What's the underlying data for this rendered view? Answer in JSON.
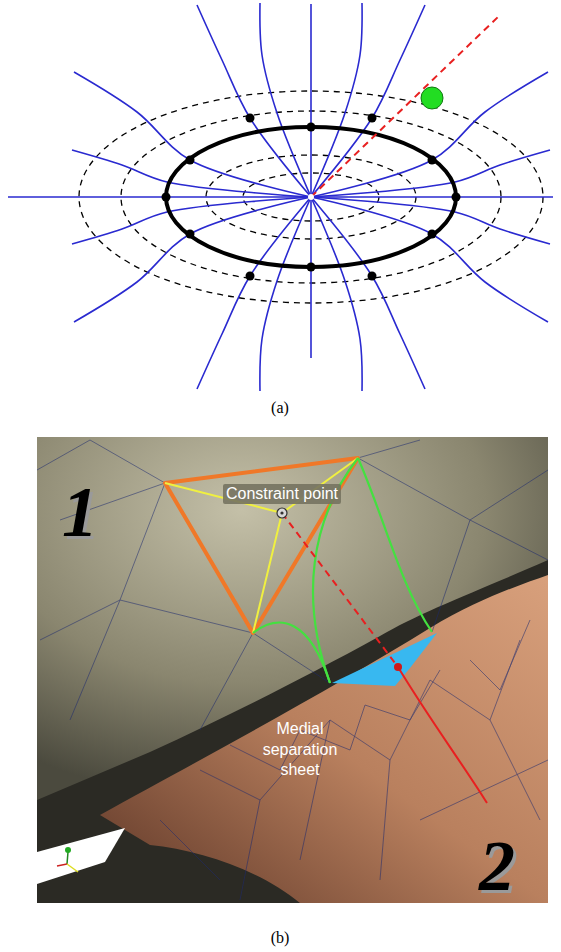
{
  "diagram": {
    "labels": [
      "(a)",
      "1",
      "Constraint point",
      "Medial separation sheet",
      "2",
      "(b)"
    ]
  }
}
